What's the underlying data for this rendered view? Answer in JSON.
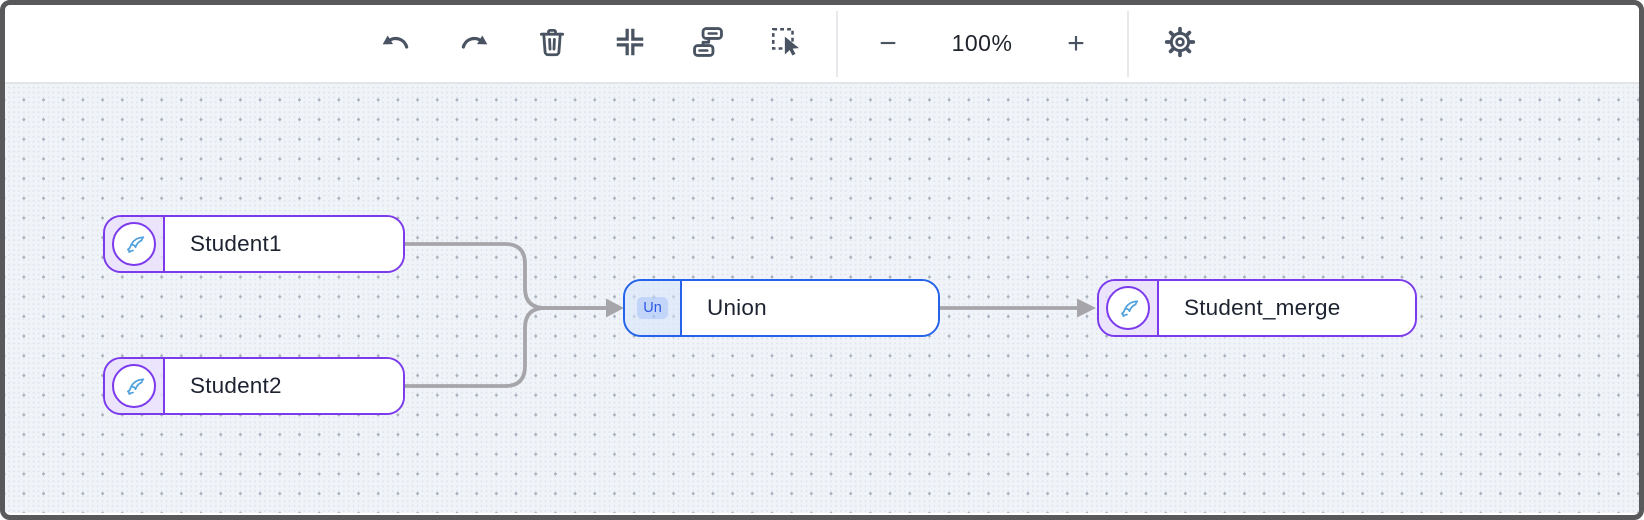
{
  "toolbar": {
    "buttons": [
      {
        "id": "undo",
        "icon": "undo-arrow-icon"
      },
      {
        "id": "redo",
        "icon": "redo-arrow-icon"
      },
      {
        "id": "delete",
        "icon": "trash-icon"
      },
      {
        "id": "fit-view",
        "icon": "fit-view-icon"
      },
      {
        "id": "auto-layout",
        "icon": "auto-layout-icon"
      },
      {
        "id": "box-select",
        "icon": "box-select-cursor-icon"
      }
    ],
    "zoom": {
      "out_label": "−",
      "level": "100%",
      "in_label": "+"
    },
    "settings": {
      "icon": "gear-icon"
    }
  },
  "canvas": {
    "background": "#F0F4F9",
    "grid_major_dot_color": "#A9B0BB",
    "grid_minor_dot_color": "#DEE4EE",
    "edge_color": "#A6A6AA",
    "accent_purple": "#7C3AED",
    "accent_blue": "#2563EB",
    "nodes": [
      {
        "id": "student1",
        "label": "Student1",
        "type": "mysql-table",
        "icon": "mysql-dolphin-icon"
      },
      {
        "id": "student2",
        "label": "Student2",
        "type": "mysql-table",
        "icon": "mysql-dolphin-icon"
      },
      {
        "id": "union",
        "label": "Union",
        "type": "union-operator",
        "badge": "Un"
      },
      {
        "id": "student_merge",
        "label": "Student_merge",
        "type": "mysql-table",
        "icon": "mysql-dolphin-icon"
      }
    ],
    "edges": [
      {
        "from": "student1",
        "to": "union"
      },
      {
        "from": "student2",
        "to": "union"
      },
      {
        "from": "union",
        "to": "student_merge"
      }
    ]
  }
}
